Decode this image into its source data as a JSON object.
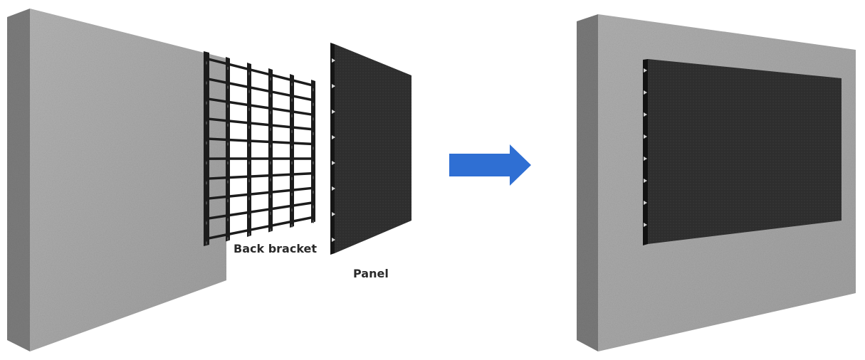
{
  "labels": {
    "back_bracket": "Back bracket",
    "panel": "Panel"
  },
  "colors": {
    "wall_face": "#a9a9a9",
    "wall_side": "#7c7c7c",
    "bracket": "#1c1c1c",
    "panel": "#2d2d2d",
    "arrow": "#2f6fd3"
  },
  "bracket_grid": {
    "vertical_bars": 6,
    "horizontal_rails": 10
  },
  "icons": {
    "arrow": "right-arrow-icon"
  }
}
